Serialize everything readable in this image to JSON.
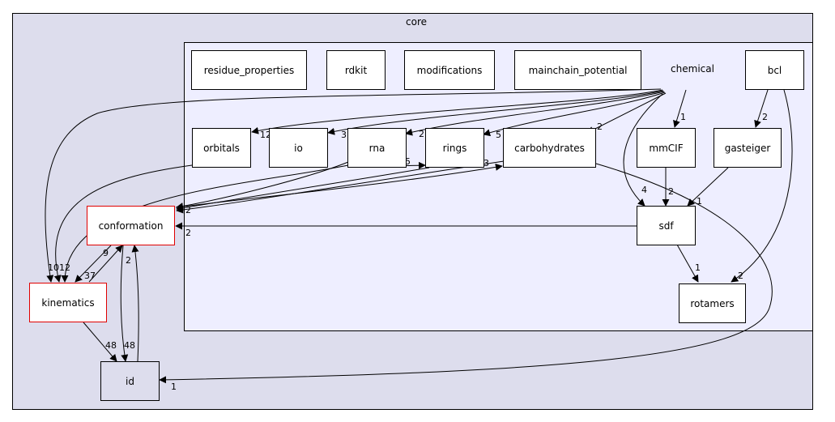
{
  "clusters": {
    "outer": {
      "label": "core"
    },
    "inner": {
      "label": "chemical"
    }
  },
  "nodes": {
    "residue_properties": "residue_properties",
    "rdkit": "rdkit",
    "modifications": "modifications",
    "mainchain_potential": "mainchain_potential",
    "bcl": "bcl",
    "orbitals": "orbitals",
    "io": "io",
    "rna": "rna",
    "rings": "rings",
    "carbohydrates": "carbohydrates",
    "mmCIF": "mmCIF",
    "gasteiger": "gasteiger",
    "sdf": "sdf",
    "rotamers": "rotamers",
    "conformation": "conformation",
    "kinematics": "kinematics",
    "id": "id"
  },
  "edge_labels": {
    "chem_orbitals": "12",
    "chem_io": "3",
    "chem_rna": "2",
    "chem_rings": "5",
    "chem_carbohydrates": "2",
    "chem_mmcif": "1",
    "chem_sdf": "4",
    "chem_kinematics": "10",
    "bcl_gasteiger": "2",
    "bcl_rotamers": "2",
    "mmcif_sdf": "2",
    "gasteiger_sdf": "1",
    "sdf_rotamers": "1",
    "sdf_conformation": "2",
    "rna_rings": "5",
    "conformation_carbohydrates": "3",
    "to_conformation": "2",
    "orbitals_kinematics": "12",
    "conformation_kinematics": "37",
    "kinematics_conformation": "9",
    "conformation_id": "48",
    "id_conformation": "2",
    "kinematics_id": "48",
    "carbohydrates_id": "1"
  }
}
